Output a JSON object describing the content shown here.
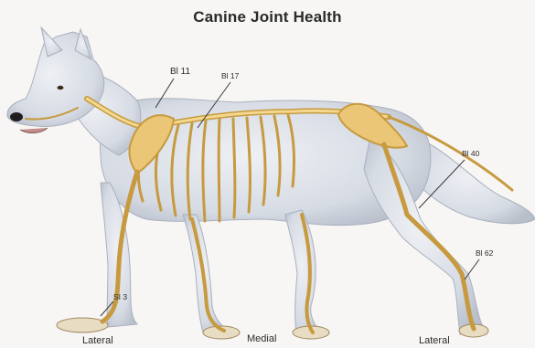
{
  "title": "Canine Joint Health",
  "points": {
    "bl11": "Bl 11",
    "bl17": "Bl 17",
    "bl40": "Bl 40",
    "bl62": "Bl 62",
    "si3": "SI 3"
  },
  "captions": {
    "left": "Lateral",
    "center": "Medial",
    "right": "Lateral"
  },
  "colors": {
    "fur": "#d9dde6",
    "fur_shadow": "#b9c0cc",
    "bone": "#e9c36c",
    "bone_outline": "#b07f2a",
    "leader": "#3a3a3a"
  }
}
